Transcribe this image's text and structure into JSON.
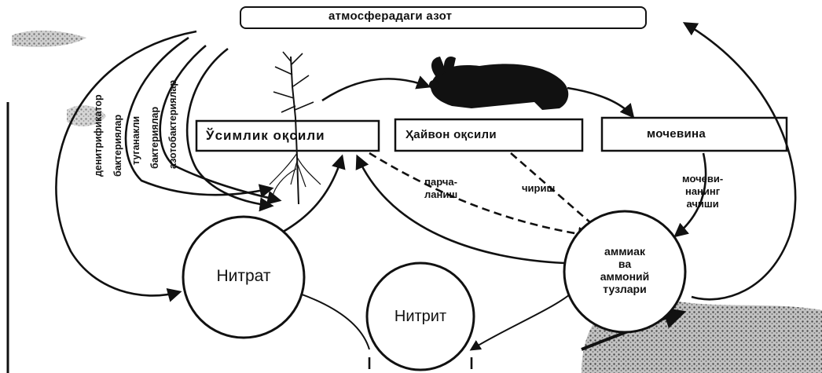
{
  "top_box": {
    "label": "атмосферадаги азот"
  },
  "boxes": {
    "plant_protein": "Ўсимлик оқсили",
    "animal_protein": "Ҳайвон оқсили",
    "urea": "мочевина"
  },
  "edge_labels": {
    "decomposition": [
      "парча-",
      "ланиш"
    ],
    "rotting": "чириш",
    "urea_breakdown": [
      "мочеви-",
      "нанинг",
      "ачиши"
    ]
  },
  "bacteria_labels": {
    "denitrifier": [
      "денитрификатор",
      "бактериялар"
    ],
    "nodule": [
      "туганакли",
      "бактериялар"
    ],
    "azotobacter": "азотобактериялар"
  },
  "nodes": {
    "nitrate": "Нитрат",
    "nitrite": "Нитрит",
    "ammonia": [
      "аммиак",
      "ва",
      "аммоний",
      "тузлари"
    ]
  },
  "icons": [
    "plant-icon",
    "rabbit-icon",
    "soil-texture-icon"
  ],
  "colors": {
    "ink": "#111111",
    "background": "#ffffff"
  }
}
